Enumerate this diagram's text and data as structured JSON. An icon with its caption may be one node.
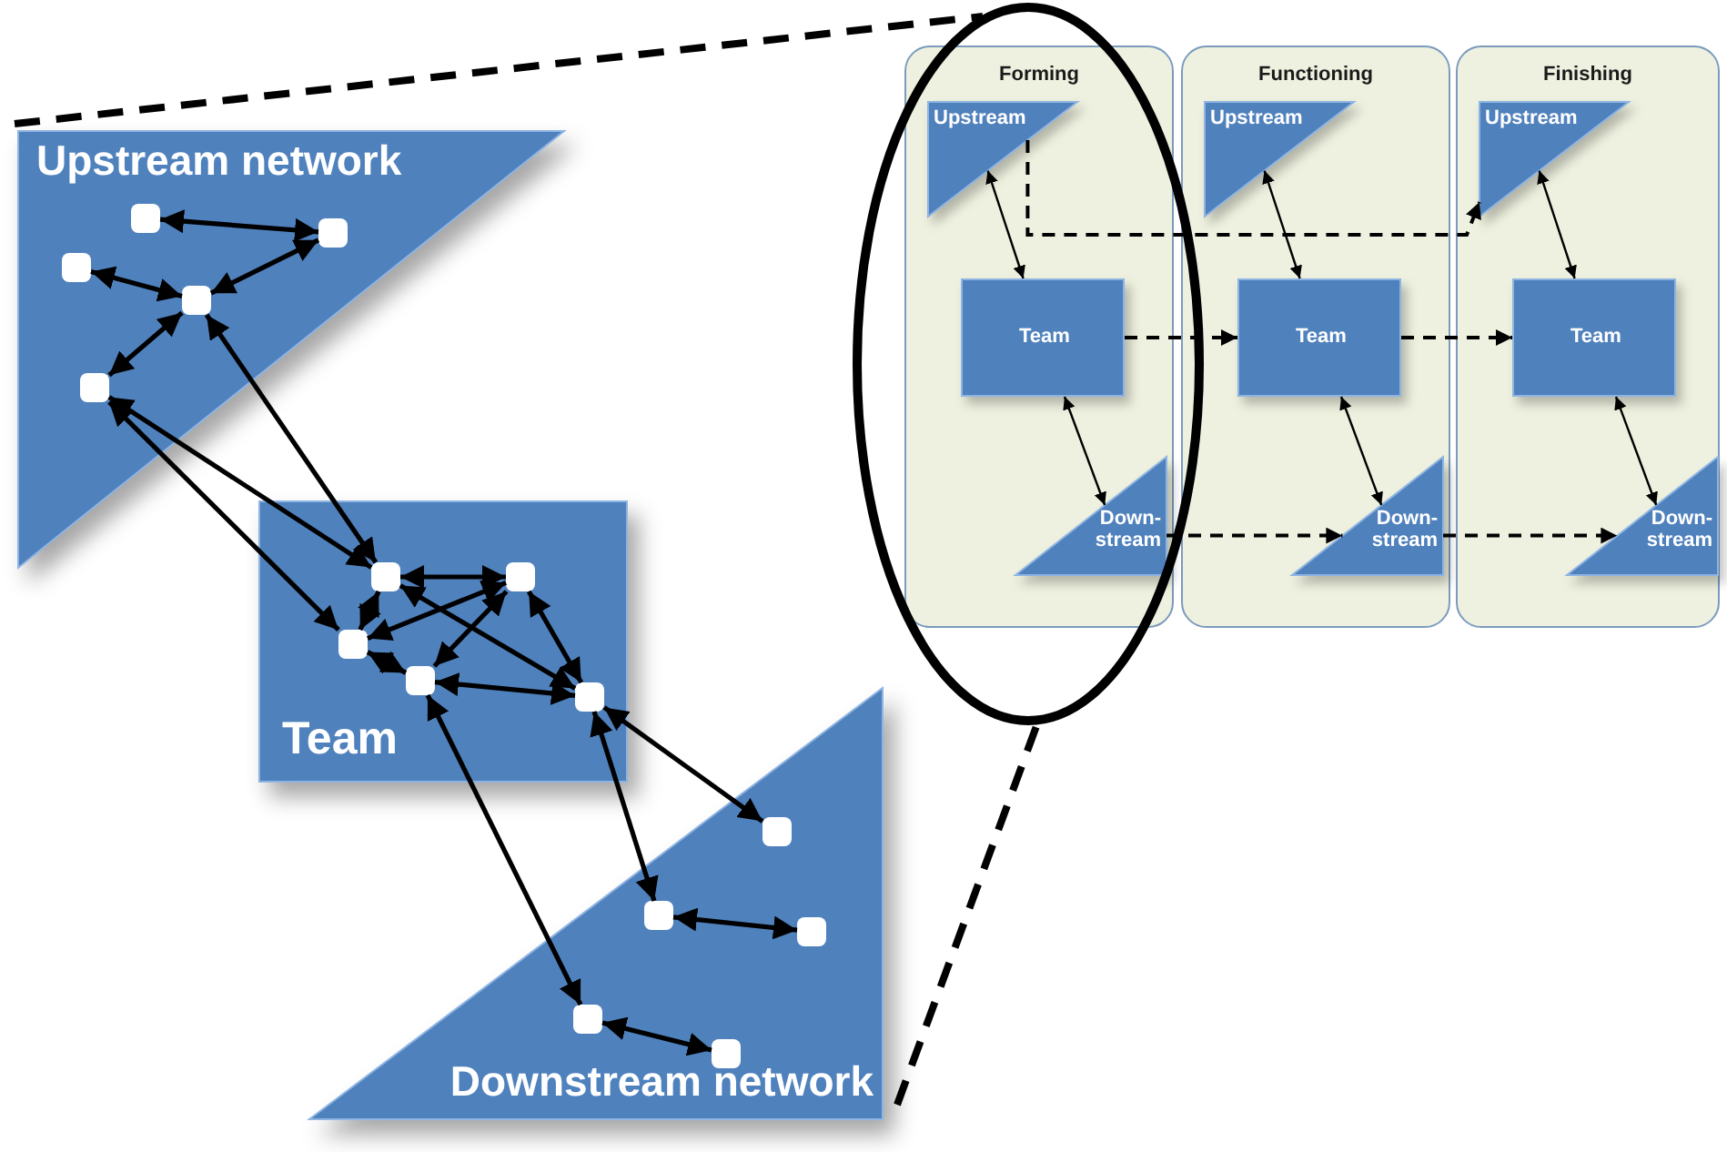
{
  "diagram": {
    "nodes": [
      {
        "text": [
          "Upstream network"
        ]
      },
      {
        "text": [],
        "shape": "box",
        "in": 0
      },
      {
        "text": [],
        "shape": "box",
        "in": 0
      },
      {
        "text": [],
        "shape": "box",
        "in": 0
      },
      {
        "text": [],
        "shape": "box",
        "in": 0
      },
      {
        "text": [],
        "shape": "box",
        "in": 0
      },
      {
        "text": [
          "Team"
        ]
      },
      {
        "text": [],
        "shape": "box",
        "in": 6
      },
      {
        "text": [],
        "shape": "box",
        "in": 6
      },
      {
        "text": [],
        "shape": "box",
        "in": 6
      },
      {
        "text": [],
        "shape": "box",
        "in": 6
      },
      {
        "text": [],
        "shape": "box",
        "in": 6
      },
      {
        "text": [
          "Downstream network"
        ]
      },
      {
        "text": [],
        "shape": "box",
        "in": 12
      },
      {
        "text": [],
        "shape": "box",
        "in": 12
      },
      {
        "text": [],
        "shape": "box",
        "in": 12
      },
      {
        "text": [],
        "shape": "box",
        "in": 12
      },
      {
        "text": [],
        "shape": "box",
        "in": 12
      },
      {
        "text": [
          "Forming"
        ]
      },
      {
        "text": [
          "Upstream"
        ],
        "in": 18
      },
      {
        "text": [
          "Team"
        ],
        "in": 18
      },
      {
        "text": [
          "Down- stream"
        ],
        "in": 18
      },
      {
        "text": [
          "Functioning"
        ]
      },
      {
        "text": [
          "Upstream"
        ],
        "in": 22
      },
      {
        "text": [
          "Team"
        ],
        "in": 22
      },
      {
        "text": [
          "Down- stream"
        ],
        "in": 22
      },
      {
        "text": [
          "Finishing"
        ]
      },
      {
        "text": [
          "Upstream"
        ],
        "in": 26
      },
      {
        "text": [
          "Team"
        ],
        "in": 26
      },
      {
        "text": [
          "Down- stream"
        ],
        "in": 26
      }
    ],
    "edges": [
      {
        "from": 1,
        "to": 2,
        "arrow": "both"
      },
      {
        "from": 3,
        "to": 4,
        "arrow": "both"
      },
      {
        "from": 4,
        "to": 2,
        "arrow": "both"
      },
      {
        "from": 4,
        "to": 5,
        "arrow": "both"
      },
      {
        "from": 5,
        "to": 7,
        "arrow": "both"
      },
      {
        "from": 5,
        "to": 9,
        "arrow": "both"
      },
      {
        "from": 4,
        "to": 7,
        "arrow": "both"
      },
      {
        "from": 7,
        "to": 8,
        "arrow": "both"
      },
      {
        "from": 7,
        "to": 11,
        "arrow": "both"
      },
      {
        "from": 8,
        "to": 11,
        "arrow": "both"
      },
      {
        "from": 9,
        "to": 8,
        "arrow": "both"
      },
      {
        "from": 10,
        "to": 8,
        "arrow": "both"
      },
      {
        "from": 9,
        "to": 7,
        "arrow": "both"
      },
      {
        "from": 9,
        "to": 10,
        "arrow": "both"
      },
      {
        "from": 10,
        "to": 11,
        "arrow": "both"
      },
      {
        "from": 11,
        "to": 13,
        "arrow": "both"
      },
      {
        "from": 11,
        "to": 14,
        "arrow": "both"
      },
      {
        "from": 10,
        "to": 16,
        "arrow": "both"
      },
      {
        "from": 14,
        "to": 15,
        "arrow": "both"
      },
      {
        "from": 16,
        "to": 17,
        "arrow": "both"
      },
      {
        "from": 19,
        "to": 20,
        "arrow": "both"
      },
      {
        "from": 20,
        "to": 21,
        "arrow": "both"
      },
      {
        "from": 23,
        "to": 24,
        "arrow": "both"
      },
      {
        "from": 24,
        "to": 25,
        "arrow": "both"
      },
      {
        "from": 27,
        "to": 28,
        "arrow": "both"
      },
      {
        "from": 28,
        "to": 29,
        "arrow": "both"
      },
      {
        "from": 19,
        "to": 27,
        "arrow": "to",
        "style": "dashed"
      },
      {
        "from": 20,
        "to": 24,
        "arrow": "to",
        "style": "dashed"
      },
      {
        "from": 24,
        "to": 28,
        "arrow": "to",
        "style": "dashed"
      },
      {
        "from": 21,
        "to": 25,
        "arrow": "to",
        "style": "dashed"
      },
      {
        "from": 25,
        "to": 29,
        "arrow": "to",
        "style": "dashed"
      }
    ]
  }
}
